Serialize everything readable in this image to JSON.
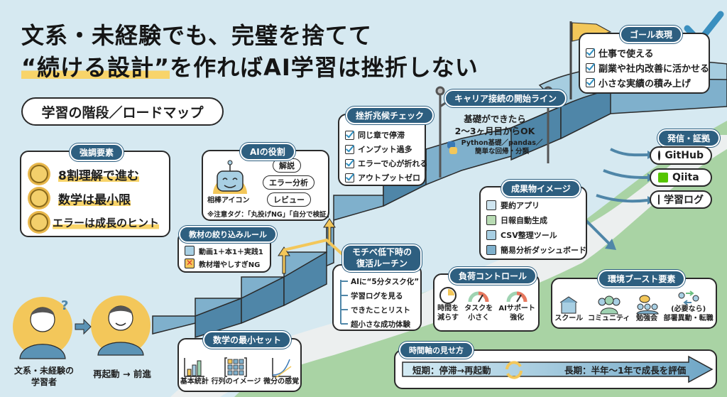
{
  "title": {
    "line1": "文系・未経験でも、完璧を捨てて",
    "line2_highlight": "“続ける設計”",
    "line2_rest": "を作ればAI学習は挫折しない"
  },
  "roadmap_label": "学習の階段／ロードマップ",
  "emphasis": {
    "tag": "強調要素",
    "items": [
      "8割理解で進む",
      "数学は最小限",
      "エラーは成長のヒント"
    ]
  },
  "ai_role": {
    "tag": "AIの役割",
    "icon_label": "相棒アイコン",
    "bubbles": [
      "解説",
      "エラー分析",
      "レビュー"
    ],
    "note": "※注意タグ：「丸投げNG」「自分で検証」"
  },
  "materials": {
    "tag": "教材の絞り込みルール",
    "items": [
      {
        "icon": "video-play-icon",
        "label": "動画1＋本1＋実践1"
      },
      {
        "icon": "crossed-books-icon",
        "label": "教材増やしすぎNG"
      }
    ]
  },
  "frustration": {
    "tag": "挫折兆候チェック",
    "items": [
      "同じ章で停滞",
      "インプット過多",
      "エラーで心が折れる",
      "アウトプットゼロ"
    ]
  },
  "career_gate": {
    "tag": "キャリア接続の開始ライン",
    "line1": "基礎ができたら",
    "line2": "2〜3ヶ月目からOK",
    "skills1": "Python基礎／pandas／",
    "skills2": "簡単な回帰・分類"
  },
  "goal": {
    "tag": "ゴール表現",
    "items": [
      "仕事で使える",
      "副業や社内改善に活かせる",
      "小さな実績の積み上げ"
    ]
  },
  "outputs": {
    "tag": "成果物イメージ",
    "items": [
      {
        "icon": "app-window-icon",
        "label": "要約アプリ"
      },
      {
        "icon": "document-icon",
        "label": "日報自動生成"
      },
      {
        "icon": "spreadsheet-icon",
        "label": "CSV整理ツール"
      },
      {
        "icon": "dashboard-monitor-icon",
        "label": "簡易分析ダッシュボード"
      }
    ]
  },
  "publish": {
    "tag": "発信・証拠",
    "items": [
      {
        "icon": "github-icon",
        "label": "GitHub"
      },
      {
        "icon": "qiita-icon",
        "label": "Qiita"
      },
      {
        "icon": "notebook-icon",
        "label": "学習ログ"
      }
    ]
  },
  "recovery": {
    "tag_line1": "モチベ低下時の",
    "tag_line2": "復活ルーチン",
    "items": [
      "AIに“5分タスク化”",
      "学習ログを見る",
      "できたことリスト",
      "超小さな成功体験"
    ]
  },
  "load_control": {
    "tag": "負荷コントロール",
    "items": [
      {
        "icon": "stopwatch-icon",
        "line1": "時間を",
        "line2": "減らす"
      },
      {
        "icon": "gauge-icon",
        "line1": "タスクを",
        "line2": "小さく"
      },
      {
        "icon": "gauge-icon",
        "line1": "AIサポート",
        "line2": "強化"
      }
    ]
  },
  "environment": {
    "tag": "環境ブースト要素",
    "items": [
      {
        "icon": "school-icon",
        "line1": "",
        "line2": "スクール"
      },
      {
        "icon": "community-icon",
        "line1": "",
        "line2": "コミュニティ"
      },
      {
        "icon": "study-group-icon",
        "line1": "",
        "line2": "勉強会"
      },
      {
        "icon": "transfer-icon",
        "line1": "(必要なら)",
        "line2": "部署異動・転職"
      }
    ]
  },
  "math_set": {
    "tag": "数学の最小セット",
    "items": [
      {
        "icon": "bar-chart-icon",
        "label": "基本統計"
      },
      {
        "icon": "matrix-icon",
        "label": "行列のイメージ"
      },
      {
        "icon": "curve-icon",
        "label": "微分の感覚"
      }
    ]
  },
  "timeline": {
    "tag": "時間軸の見せ方",
    "short": "短期：停滞→再起動",
    "long": "長期：半年〜1年で成長を評価"
  },
  "people": {
    "learner_line1": "文系・未経験の",
    "learner_line2": "学習者",
    "restart": "再起動 → 前進"
  },
  "colors": {
    "sky": "#d6e9f1",
    "grass": "#a9d3a4",
    "navy_tag": "#2e5f80",
    "stair_blue": "#5b93b5",
    "accent_yellow": "#f3c75a",
    "check_blue": "#2f8fc0"
  }
}
